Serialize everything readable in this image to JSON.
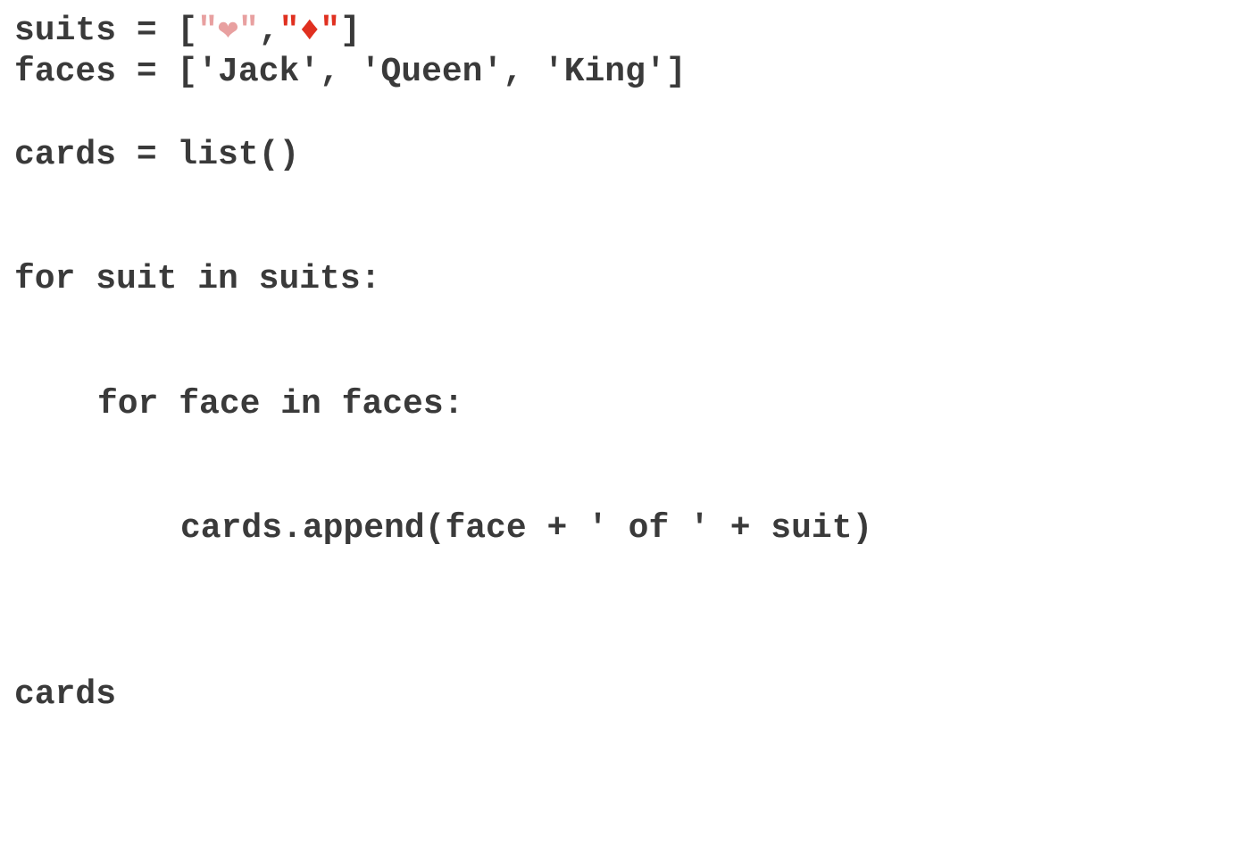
{
  "code": {
    "line1": {
      "prefix": "suits = [",
      "q1": "\"",
      "heart": "❤",
      "q2": "\"",
      "comma": ",",
      "q3": "\"",
      "diamond": "♦",
      "q4": "\"",
      "suffix": "]"
    },
    "line2": "faces = ['Jack', 'Queen', 'King']",
    "line3": "cards = list()",
    "line4": "for suit in suits:",
    "line5": "for face in faces:",
    "line6": "cards.append(face + ' of ' + suit)",
    "line7": "cards"
  },
  "colors": {
    "text": "#3a3a3a",
    "heart": "#e8a0a0",
    "diamond": "#e03020",
    "background": "#ffffff"
  },
  "icons": {
    "heart": "heart-icon",
    "diamond": "diamond-icon"
  }
}
